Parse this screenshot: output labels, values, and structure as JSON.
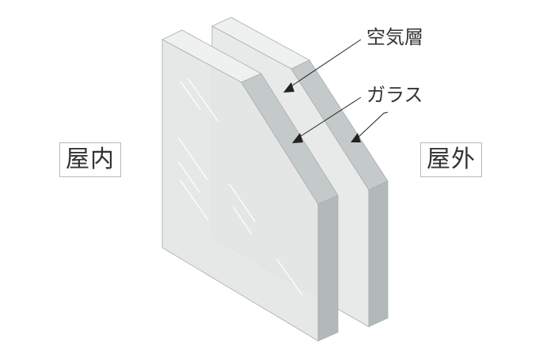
{
  "labels": {
    "inside": "屋内",
    "outside": "屋外",
    "air_layer": "空気層",
    "glass": "ガラス"
  },
  "colors": {
    "pane_face": "#e8eaea",
    "pane_face_front": "#e3e6e6",
    "pane_top": "#eff1f1",
    "pane_edge_bevel": "#c4c9c9",
    "pane_edge_side": "#b3b8b9",
    "pane_outline": "#a9aeae",
    "leader_line": "#222222",
    "label_border": "#b9b9b9",
    "text": "#333333"
  }
}
